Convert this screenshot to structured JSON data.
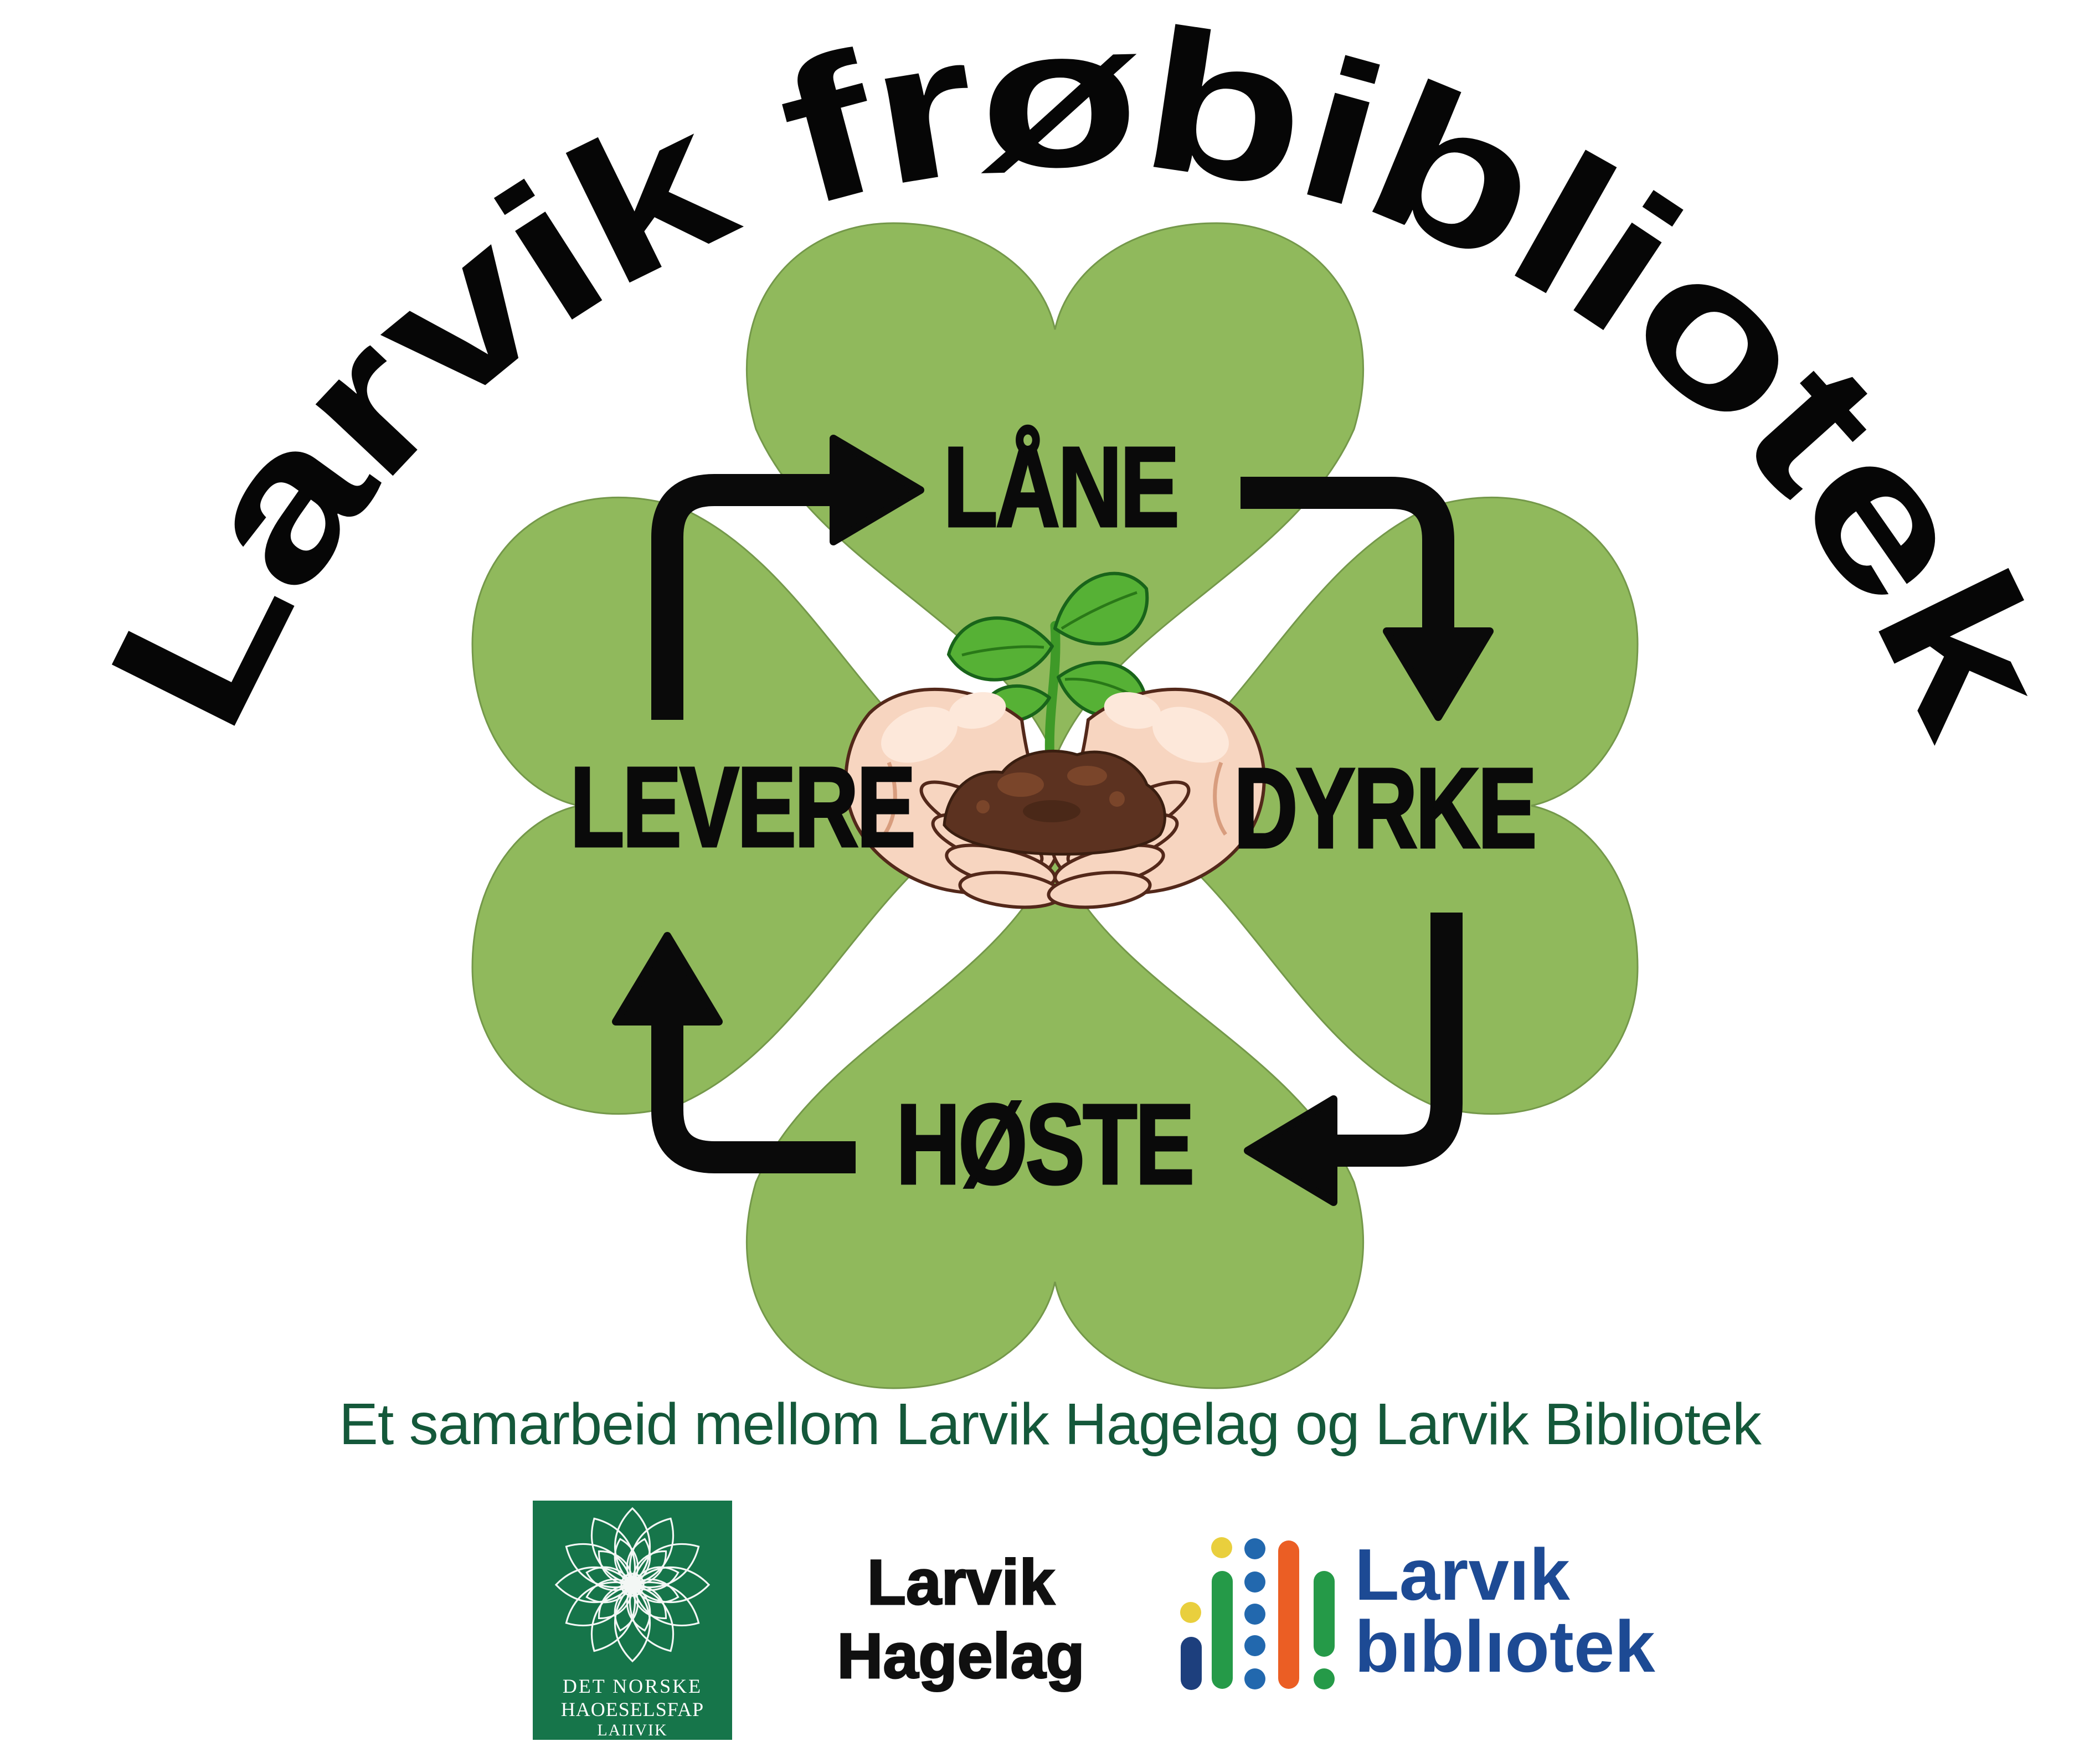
{
  "title": "Larvik frøbibliotek",
  "cycle": {
    "steps": [
      {
        "position": "top",
        "label": "LÅNE"
      },
      {
        "position": "right",
        "label": "DYRKE"
      },
      {
        "position": "bottom",
        "label": "HØSTE"
      },
      {
        "position": "left",
        "label": "LEVERE"
      }
    ],
    "flow": [
      "LÅNE → DYRKE",
      "DYRKE → HØSTE",
      "HØSTE → LEVERE",
      "LEVERE → LÅNE"
    ],
    "center_illustration": "hands-holding-soil-with-seedling"
  },
  "partnership_text": "Et samarbeid mellom Larvik Hagelag og Larvik Bibliotek",
  "logos": {
    "hagelag": {
      "emblem_text": [
        "DET NORSKE",
        "HAOESELSFAP",
        "LAIIVIK"
      ],
      "name": [
        "Larvik",
        "Hagelag"
      ]
    },
    "bibliotek": {
      "name": [
        "Larvık",
        "bıblıotek"
      ]
    }
  },
  "colors": {
    "clover_green": "#90b95c",
    "arrow_black": "#0a0a0a",
    "title_black": "#060606",
    "partnership_green": "#14583a",
    "hagelag_green": "#16754a",
    "bibliotek_navy": "#1d4a94",
    "dot_yellow": "#e9cf3d",
    "dot_blue": "#2268ae",
    "dot_navy": "#1d3f7d",
    "dot_green": "#259a48",
    "dot_orange": "#eb5e24",
    "soil_brown": "#5c3220",
    "sprout_green": "#56b135",
    "skin_tone": "#f7d5c0"
  }
}
